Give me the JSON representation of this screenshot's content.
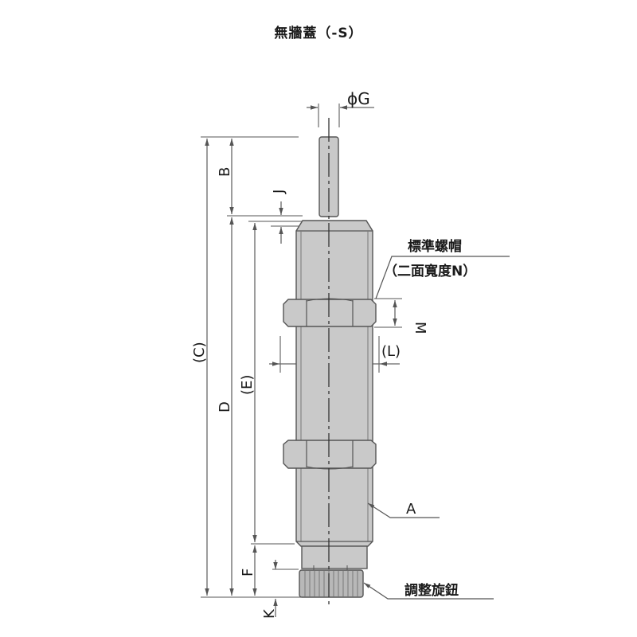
{
  "title": "無牆蓋（-S）",
  "colors": {
    "body_fill": "#c9c9c9",
    "body_stroke": "#555555",
    "dim_line": "#666666",
    "text": "#1a1a1a",
    "background": "#ffffff"
  },
  "labels": {
    "phiG": "ϕG",
    "B": "B",
    "J": "J",
    "C": "(C)",
    "D": "D",
    "E": "(E)",
    "F": "F",
    "K": "K",
    "M": "M",
    "L": "(L)",
    "A": "A",
    "nut_line1": "標準螺帽",
    "nut_line2": "（二面寬度N）",
    "knob": "調整旋鈕"
  },
  "parts": [
    {
      "name": "piston-rod"
    },
    {
      "name": "body"
    },
    {
      "name": "top-hex-nut"
    },
    {
      "name": "bottom-hex-nut"
    },
    {
      "name": "adjust-knob"
    }
  ]
}
